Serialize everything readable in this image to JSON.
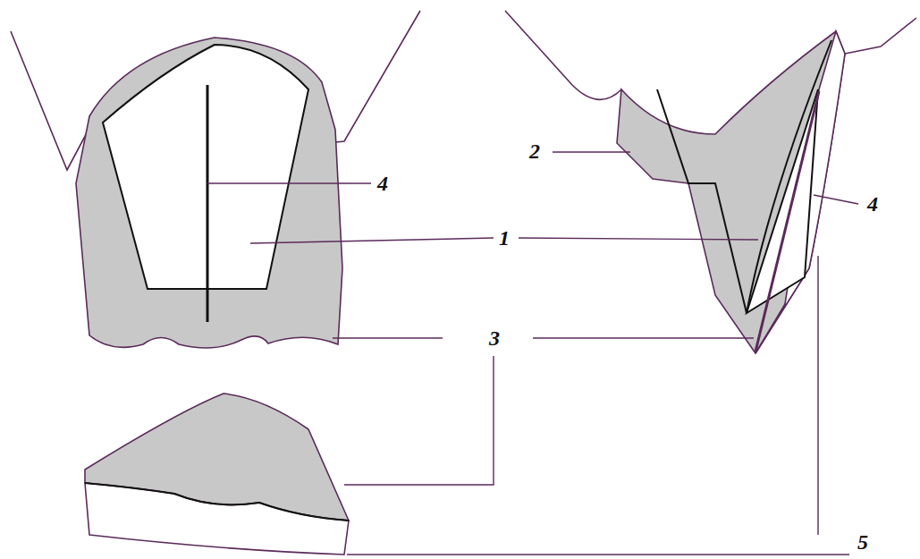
{
  "diagram": {
    "labels": [
      "2",
      "4",
      "1",
      "4",
      "3",
      "5"
    ]
  }
}
